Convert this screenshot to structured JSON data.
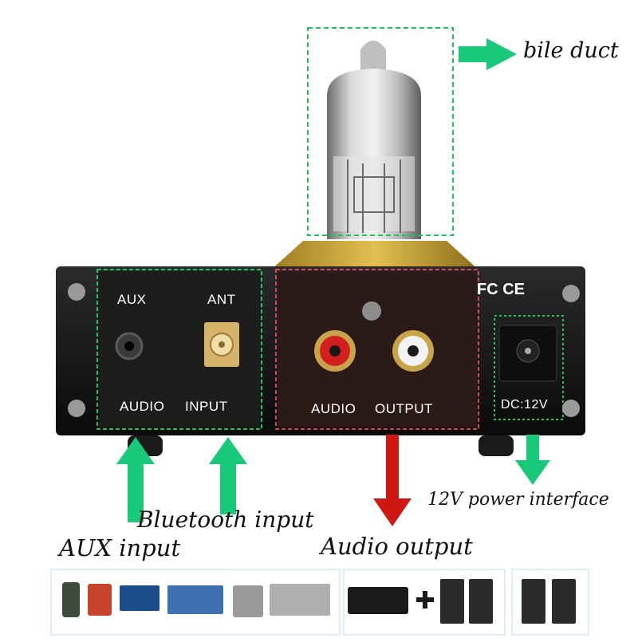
{
  "panel": {
    "aux": "AUX",
    "ant": "ANT",
    "audio_input_left": "AUDIO",
    "audio_input_right": "INPUT",
    "audio_output_left": "AUDIO",
    "audio_output_right": "OUTPUT",
    "dc": "DC:12V",
    "cert_marks": "FC CE"
  },
  "callouts": {
    "tube": "bile duct",
    "power": "12V power interface",
    "bluetooth": "Bluetooth input",
    "aux": "AUX input",
    "audio_out": "Audio output"
  },
  "colors": {
    "callout_arrow": "#19c97a",
    "output_arrow": "#d01812",
    "input_box": "#21c45a",
    "output_box": "#d9484f",
    "chassis": "#151515"
  }
}
